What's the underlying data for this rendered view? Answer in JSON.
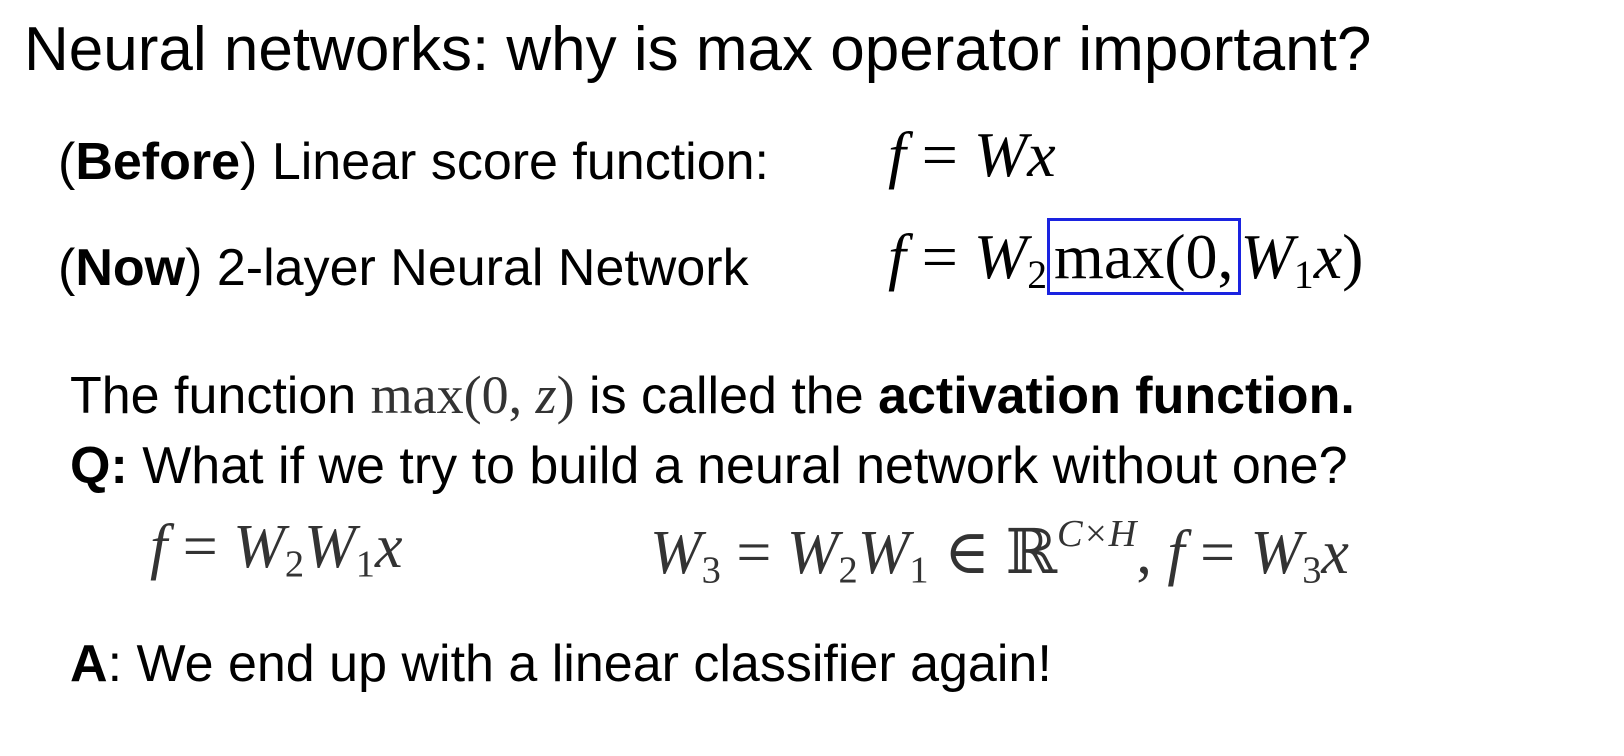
{
  "title": "Neural networks: why is max operator important?",
  "before": {
    "tag": "Before",
    "rest": " Linear score function:",
    "equation": {
      "f": "f",
      "eq": " = ",
      "W": "W",
      "x": "x"
    }
  },
  "now": {
    "tag": "Now",
    "rest": " 2-layer Neural Network",
    "equation": {
      "f": "f",
      "eq": " = ",
      "W": "W",
      "sub2": "2",
      "boxed": "max(0,",
      "W1": "W",
      "sub1": "1",
      "x": "x",
      "close": ")"
    }
  },
  "activation_line": {
    "prefix": "The function",
    "max": "max(0, ",
    "z": "z",
    "close": ")",
    "middle": " is called the ",
    "bold": "activation function."
  },
  "question": {
    "label": "Q:",
    "text": " What if we try to build a neural network without one?"
  },
  "equations_row": {
    "left": {
      "f": "f",
      "eq": " = ",
      "W2": "W",
      "s2": "2",
      "W1": "W",
      "s1": "1",
      "x": "x"
    },
    "right": {
      "W3": "W",
      "s3": "3",
      "eq": " = ",
      "W2": "W",
      "s2": "2",
      "W1": "W",
      "s1": "1",
      "in": " ∈ ",
      "R": "ℝ",
      "sup": "C×H",
      "comma": ", ",
      "f": "f",
      "eq2": " = ",
      "W3b": "W",
      "s3b": "3",
      "x": "x"
    }
  },
  "answer": {
    "label": "A",
    "text": ": We end up with a linear classifier again!"
  }
}
